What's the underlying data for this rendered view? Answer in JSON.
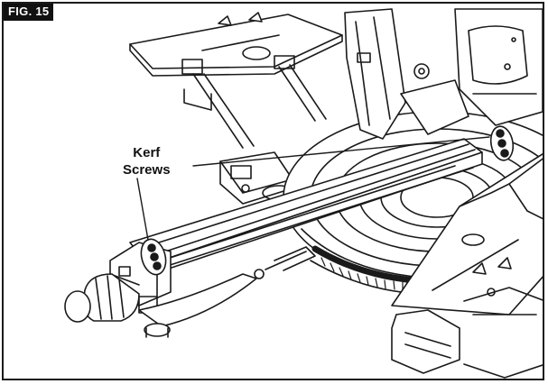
{
  "figure": {
    "label": "FIG. 15",
    "callout": {
      "line1": "Kerf",
      "line2": "Screws"
    }
  },
  "colors": {
    "ink": "#1a1a1a",
    "background": "#ffffff",
    "label_fill": "#111111"
  },
  "icons": {
    "saw": "miter-saw-line-art",
    "screw": "screw-head-icon"
  }
}
